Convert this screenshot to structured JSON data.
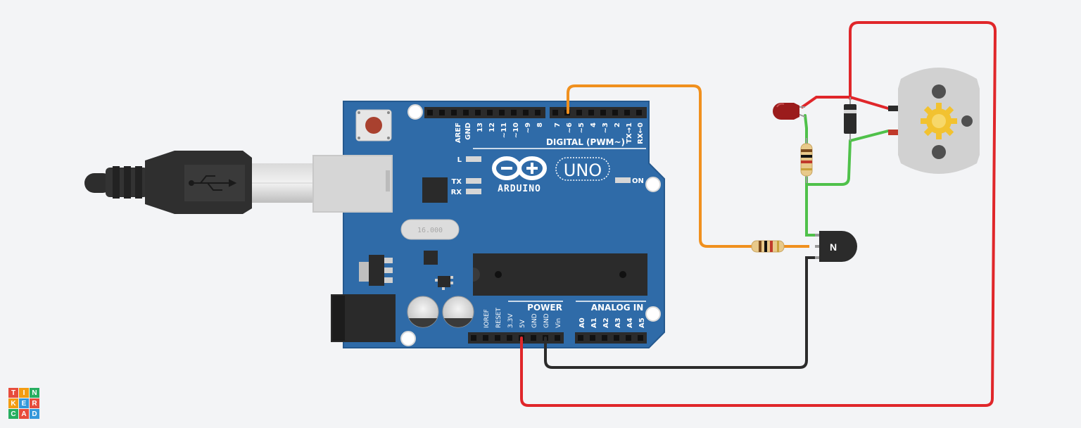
{
  "board": {
    "brand": "ARDUINO",
    "model": "UNO",
    "digital_header": "DIGITAL (PWM~)",
    "power_header": "POWER",
    "analog_header": "ANALOG IN",
    "led_l": "L",
    "led_tx": "TX",
    "led_rx": "RX",
    "led_on": "ON",
    "crystal": "16.000",
    "digital_pins": [
      "AREF",
      "GND",
      "13",
      "12",
      "~11",
      "~10",
      "~9",
      "8",
      "7",
      "~6",
      "~5",
      "4",
      "~3",
      "2",
      "TX→1",
      "RX←0"
    ],
    "power_pins": [
      "IOREF",
      "RESET",
      "3.3V",
      "5V",
      "GND",
      "GND",
      "Vin"
    ],
    "analog_pins": [
      "A0",
      "A1",
      "A2",
      "A3",
      "A4",
      "A5"
    ]
  },
  "transistor": {
    "label": "N"
  },
  "wire_colors": {
    "orange": "#f0901e",
    "red": "#e0262a",
    "green": "#4fc14a",
    "black": "#2b2b2b"
  },
  "logo": {
    "letters": [
      "T",
      "I",
      "N",
      "K",
      "E",
      "R",
      "C",
      "A",
      "D"
    ]
  }
}
